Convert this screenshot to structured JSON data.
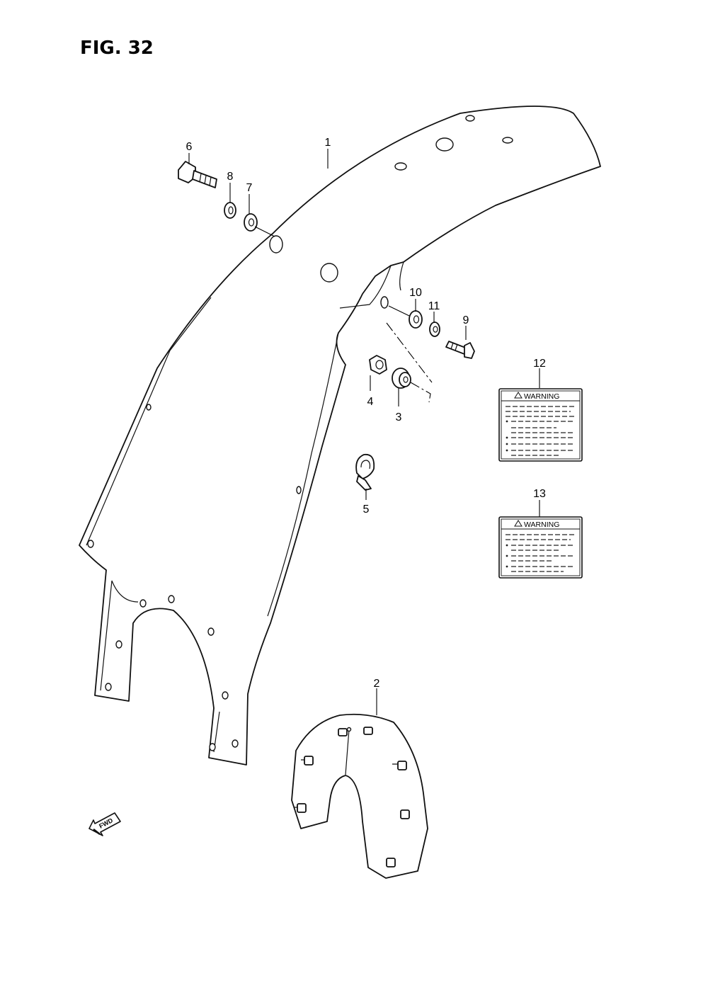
{
  "figure": {
    "title": "FIG. 32"
  },
  "callouts": {
    "p1": "1",
    "p2": "2",
    "p3": "3",
    "p4": "4",
    "p5": "5",
    "p6": "6",
    "p7": "7",
    "p8": "8",
    "p9": "9",
    "p10": "10",
    "p11": "11",
    "p12": "12",
    "p13": "13"
  },
  "warning_labels": {
    "label_12_title": "WARNING",
    "label_13_title": "WARNING"
  },
  "direction_arrow": {
    "text": "FWD",
    "icon": "fwd-arrow-icon"
  }
}
